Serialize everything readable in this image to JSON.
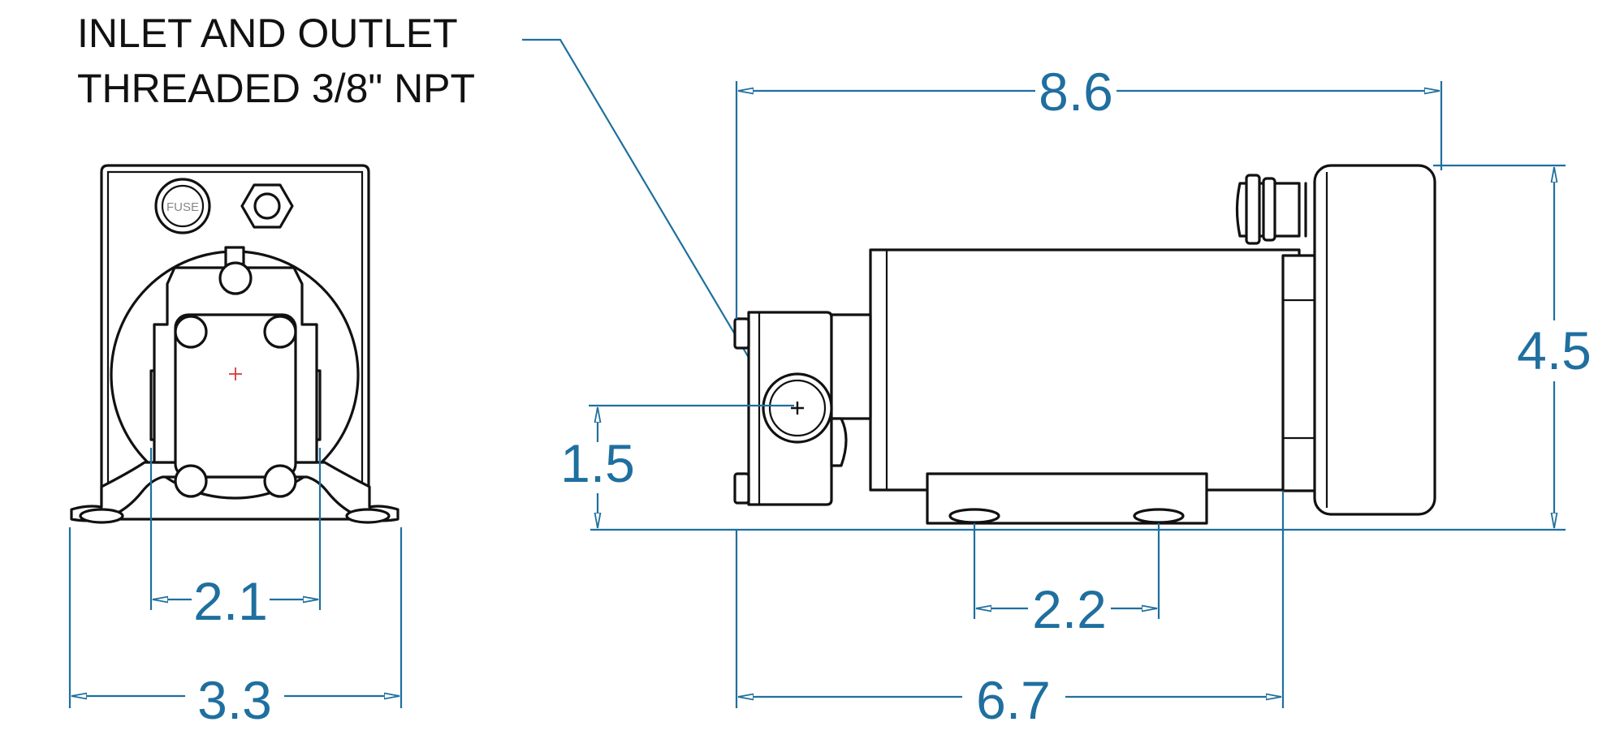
{
  "callout": {
    "line1": "INLET AND OUTLET",
    "line2": "THREADED 3/8\" NPT"
  },
  "front_view": {
    "fuse_label": "FUSE",
    "dim_port_spacing": "2.1",
    "dim_width": "3.3"
  },
  "side_view": {
    "dim_overall_length": "8.6",
    "dim_height": "4.5",
    "dim_port_height": "1.5",
    "dim_mount_spacing": "2.2",
    "dim_base_length": "6.7"
  },
  "colors": {
    "dimension": "#1f6f9f",
    "outline": "#111111",
    "center_mark": "#d63a3a"
  }
}
